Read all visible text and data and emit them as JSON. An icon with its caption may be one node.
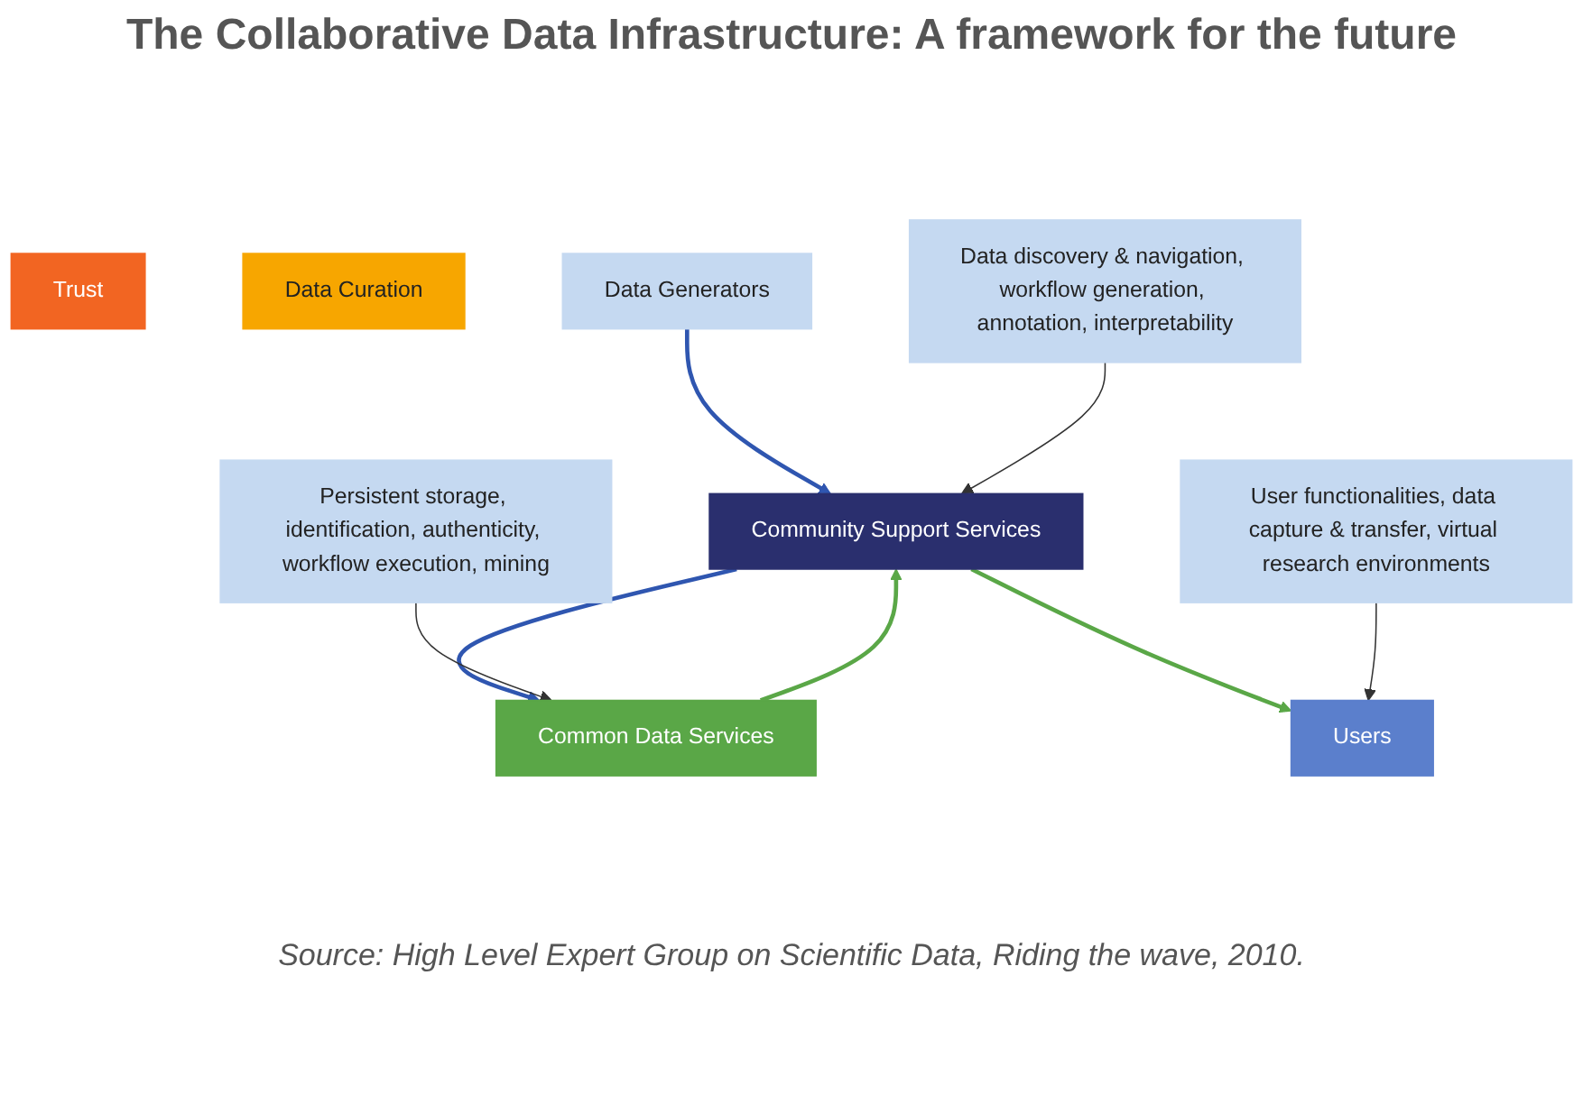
{
  "diagram": {
    "title": "The Collaborative Data Infrastructure: A framework for the future",
    "caption": "Source: High Level Expert Group on Scientific Data, Riding the wave, 2010.",
    "nodes": [
      {
        "text": [
          "Trust"
        ]
      },
      {
        "text": [
          "Data Curation"
        ]
      },
      {
        "text": [
          "Data Generators"
        ]
      },
      {
        "text": [
          "Users"
        ]
      },
      {
        "text": [
          "User functionalities, data capture & transfer, virtual research environments"
        ]
      },
      {
        "text": [
          "Community Support Services"
        ]
      },
      {
        "text": [
          "Data discovery & navigation, workflow generation, annotation, interpretability"
        ]
      },
      {
        "text": [
          "Common Data Services"
        ]
      },
      {
        "text": [
          "Persistent storage, identification, authenticity, workflow execution, mining"
        ]
      }
    ],
    "edges": [
      {
        "from": 2,
        "to": 5,
        "arrow": "to",
        "color": "#2f56b0"
      },
      {
        "from": 5,
        "to": 7,
        "arrow": "to",
        "color": "#2f56b0"
      },
      {
        "from": 7,
        "to": 5,
        "arrow": "to",
        "color": "#5aa747"
      },
      {
        "from": 5,
        "to": 3,
        "arrow": "to",
        "color": "#5aa747"
      },
      {
        "from": 4,
        "to": 3,
        "arrow": "to"
      },
      {
        "from": 6,
        "to": 5,
        "arrow": "to"
      },
      {
        "from": 8,
        "to": 7,
        "arrow": "to"
      }
    ]
  }
}
